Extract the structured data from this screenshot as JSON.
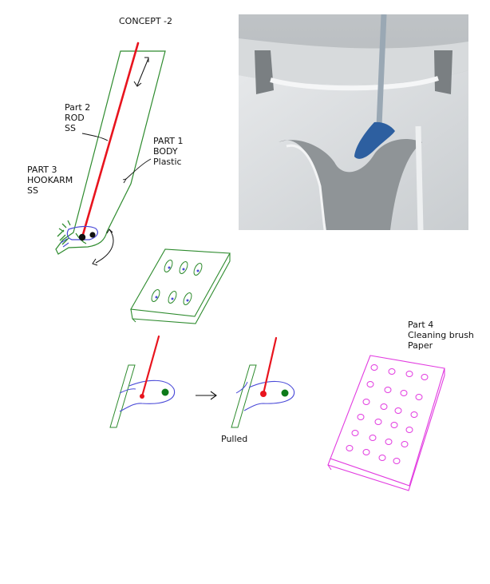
{
  "title": "CONCEPT -2",
  "parts": {
    "part2": {
      "line1": "Part 2",
      "line2": "ROD",
      "line3": "SS"
    },
    "part1": {
      "line1": "PART 1",
      "line2": "BODY",
      "line3": "Plastic"
    },
    "part3": {
      "line1": "PART 3",
      "line2": "HOOKARM",
      "line3": "SS"
    },
    "part4": {
      "line1": "Part 4",
      "line2": "Cleaning brush",
      "line3": "Paper"
    }
  },
  "pulled_label": "Pulled",
  "colors": {
    "body_outline": "#2e8b2e",
    "rod": "#e8141e",
    "hook": "#4a4ad8",
    "pivot": "#0d7a1a",
    "brush_pad": "#e23be0",
    "arrow": "#111111"
  }
}
